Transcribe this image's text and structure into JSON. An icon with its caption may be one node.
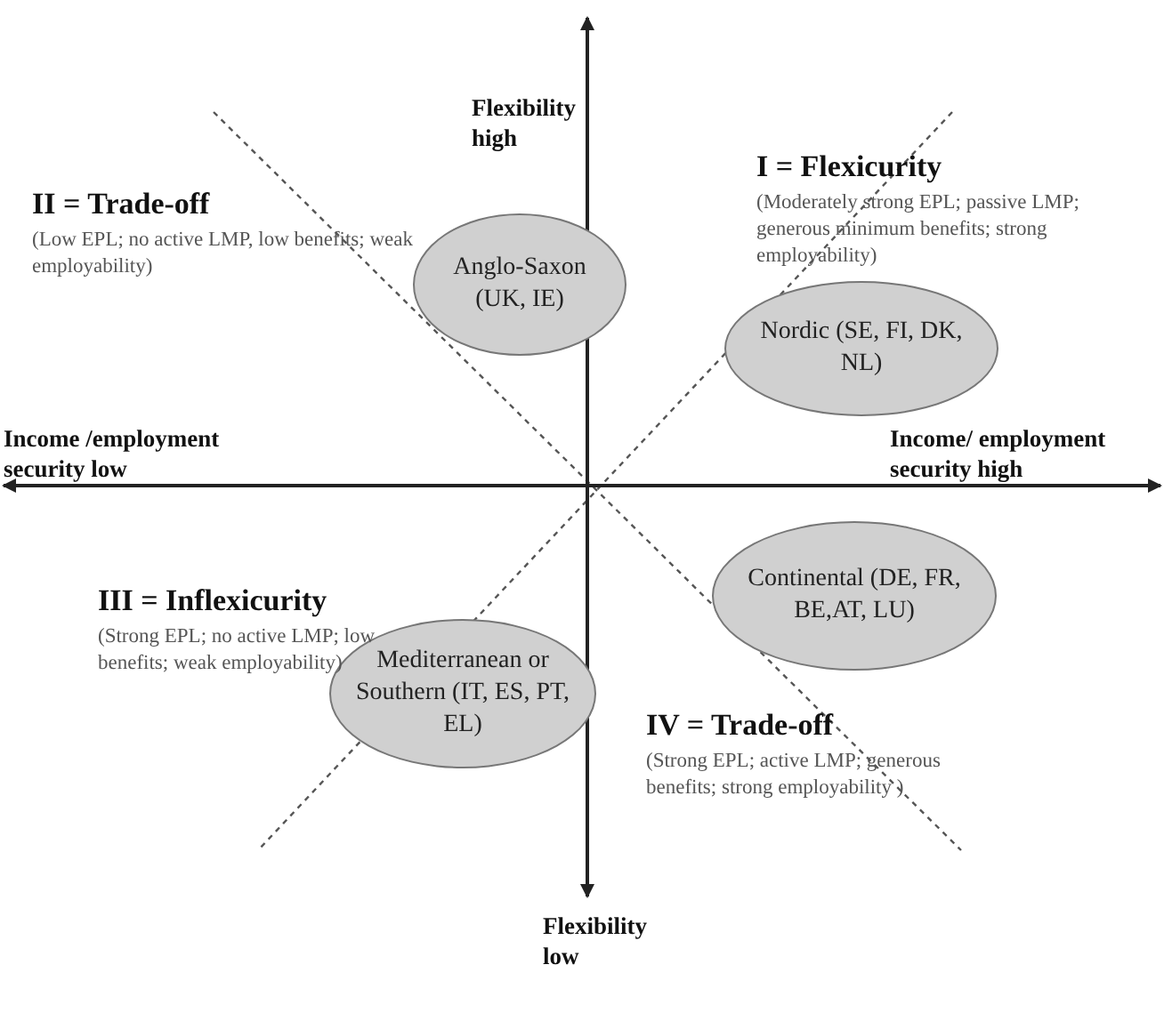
{
  "diagram": {
    "nodes": [
      {
        "text": [
          "Anglo-Saxon (UK, IE)"
        ]
      },
      {
        "text": [
          "Nordic (SE, FI, DK, NL)"
        ]
      },
      {
        "text": [
          "Continental (DE, FR, BE,AT, LU)"
        ]
      },
      {
        "text": [
          "Mediterranean or Southern (IT, ES, PT, EL)"
        ]
      }
    ],
    "labels": [
      "Flexibility high",
      "II = Trade-off",
      "(Low EPL; no active LMP, low benefits; weak employability)",
      "I = Flexicurity",
      "(Moderately strong EPL; passive LMP; generous minimum benefits; strong employability)",
      "Income /employment security low",
      "Income/ employment security high",
      "III = Inflexicurity",
      "(Strong EPL; no active LMP; low benefits; weak employability)",
      "IV = Trade-off",
      "(Strong EPL; active LMP; generous benefits; strong employability )",
      "Flexibility low"
    ]
  }
}
